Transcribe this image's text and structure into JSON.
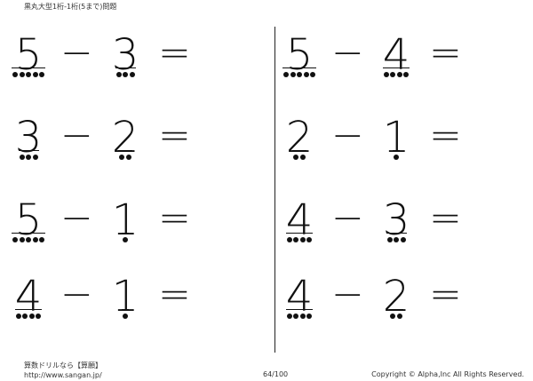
{
  "header": {
    "title": "黒丸大型1桁-1桁(5まで)問題"
  },
  "symbols": {
    "minus": "−",
    "equals": "="
  },
  "problems": [
    {
      "a": "5",
      "b": "3"
    },
    {
      "a": "5",
      "b": "4"
    },
    {
      "a": "3",
      "b": "2"
    },
    {
      "a": "2",
      "b": "1"
    },
    {
      "a": "5",
      "b": "1"
    },
    {
      "a": "4",
      "b": "3"
    },
    {
      "a": "4",
      "b": "1"
    },
    {
      "a": "4",
      "b": "2"
    }
  ],
  "footer": {
    "brand": "算数ドリルなら【算願】",
    "url": "http://www.sangan.jp/",
    "page": "64/100",
    "copyright": "Copyright © Alpha,Inc All Rights Reserved."
  }
}
